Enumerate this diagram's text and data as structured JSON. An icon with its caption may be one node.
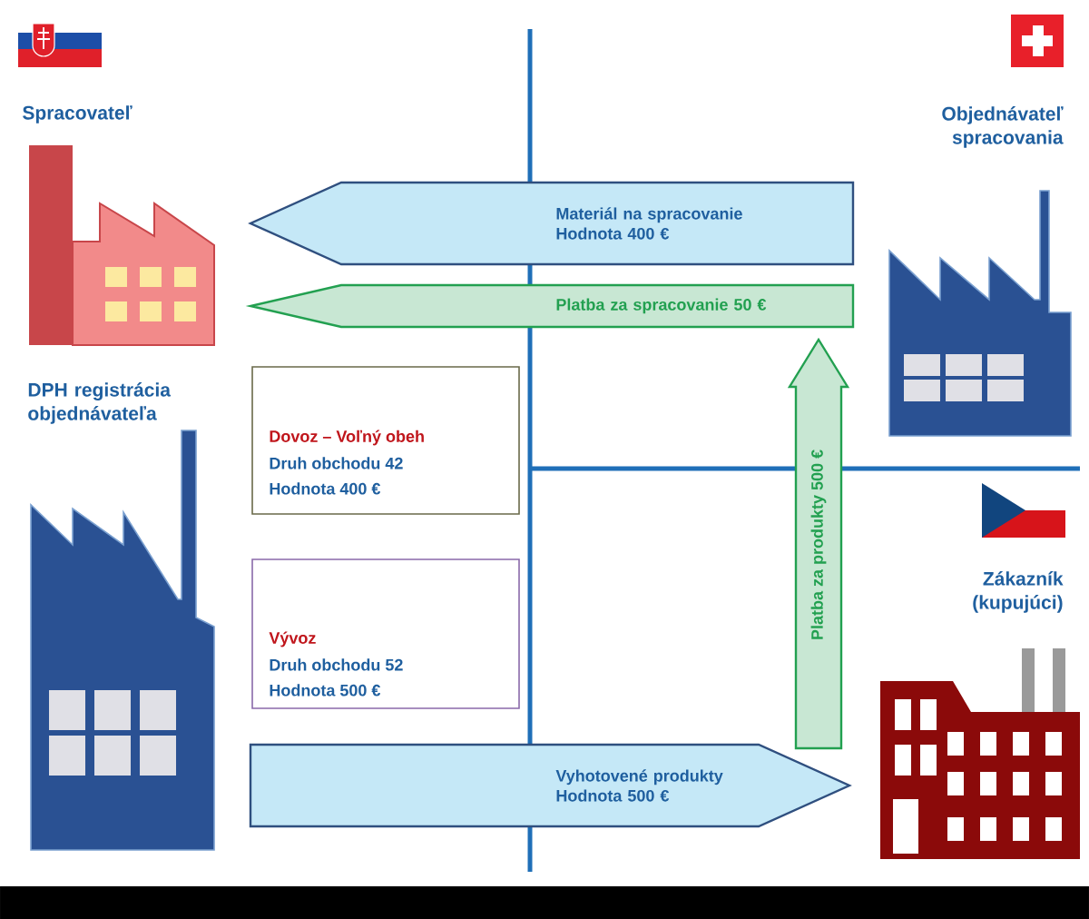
{
  "diagram": {
    "nodes": [
      {
        "text": [
          "Spracovateľ"
        ]
      },
      {
        "text": [
          "Objednávateľ spracovania"
        ]
      },
      {
        "text": [
          "DPH registrácia objednávateľa"
        ]
      },
      {
        "text": [
          "Dovoz – Voľný obeh",
          "Druh obchodu 42",
          "Hodnota 400 €"
        ]
      },
      {
        "text": [
          "Vývoz",
          "Druh obchodu 52",
          "Hodnota 500 €"
        ]
      },
      {
        "text": [
          "Zákazník (kupujúci)"
        ]
      }
    ],
    "edges": [
      {
        "from": 1,
        "to": 0,
        "arrow": "to",
        "label": "Materiál na spracovanie Hodnota 400 €"
      },
      {
        "from": 1,
        "to": 0,
        "arrow": "to",
        "label": "Platba za spracovanie 50 €",
        "color": "#22a050"
      },
      {
        "from": 5,
        "to": 1,
        "arrow": "to",
        "label": "Platba za produkty 500 €",
        "color": "#22a050"
      },
      {
        "from": 2,
        "to": 5,
        "arrow": "to",
        "label": "Vyhotovené produkty Hodnota 500 €"
      }
    ]
  }
}
